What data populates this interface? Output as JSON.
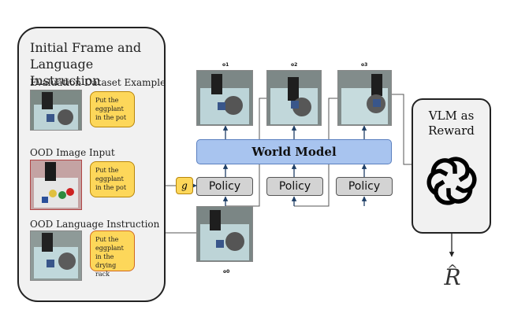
{
  "left_panel": {
    "title_line1": "Initial Frame and",
    "title_line2": "Language Instruction",
    "sections": [
      {
        "label": "Evaluation Dataset Example",
        "instruction": "Put the eggplant in the pot"
      },
      {
        "label": "OOD Image Input",
        "instruction": "Put the eggplant in the pot"
      },
      {
        "label": "OOD Language Instruction",
        "instruction": "Put the eggplant in the drying rack"
      }
    ]
  },
  "policy_function": "g",
  "world_model": {
    "label": "World Model"
  },
  "policy_label": "Policy",
  "observations": [
    "o1",
    "o2",
    "o3"
  ],
  "initial_observation": "o0",
  "reward_panel": {
    "title_line1": "VLM as",
    "title_line2": "Reward",
    "icon": "openai-logo-icon"
  },
  "reward_symbol": "R",
  "colors": {
    "world_model_fill": "#a8c4ef",
    "policy_fill": "#d3d3d3",
    "note_fill": "#fdd75a",
    "arrow": "#1f3f66",
    "panel_fill": "#f1f1f1"
  }
}
